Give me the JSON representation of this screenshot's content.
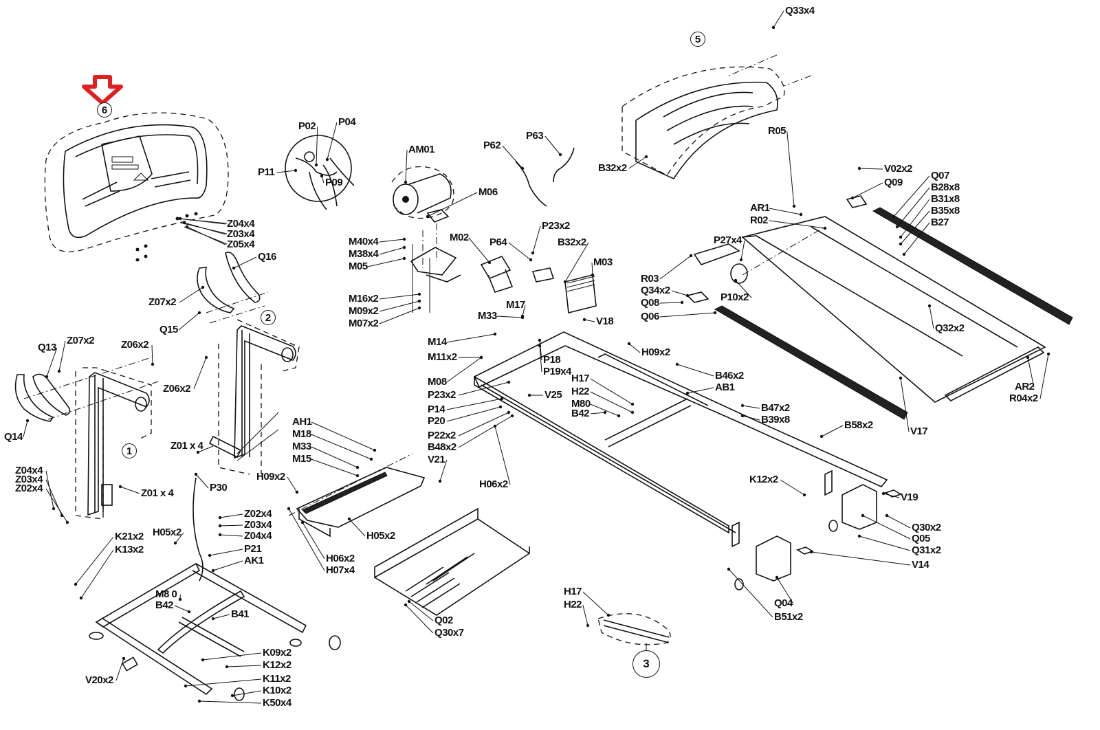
{
  "diagram": {
    "title_indicator": {
      "icon": "red-down-arrow-icon",
      "color": "#e02020",
      "points_to_callout": "6"
    },
    "assembly_callouts": [
      {
        "id": "callout-1",
        "text": "1",
        "assembly": "left-upright"
      },
      {
        "id": "callout-2",
        "text": "2",
        "assembly": "right-upright"
      },
      {
        "id": "callout-3",
        "text": "3",
        "assembly": "incline-link"
      },
      {
        "id": "callout-5",
        "text": "5",
        "assembly": "motor-hood"
      },
      {
        "id": "callout-6",
        "text": "6",
        "assembly": "console"
      }
    ],
    "groups": {
      "console": [
        "Z04x4",
        "Z03x4",
        "Z05x4"
      ],
      "handle_grips": [
        "Q16",
        "Z07x2",
        "Q15",
        "Q13",
        "Z07x2",
        "Z06x2",
        "Q14",
        "Z06x2"
      ],
      "uprights": [
        "Z01 x 4",
        "Z04x4",
        "Z03x4",
        "Z02x4",
        "Z01 x 4",
        "P30"
      ],
      "wiring": [
        "P02",
        "P04",
        "P11",
        "P09",
        "P62",
        "P63"
      ],
      "motor": [
        "AM01",
        "M06",
        "M40x4",
        "M38x4",
        "M05",
        "M16x2",
        "M09x2",
        "M07x2",
        "M02",
        "P64",
        "P23x2",
        "B32x2",
        "M03",
        "M17",
        "M33"
      ],
      "frame_front": [
        "M14",
        "M11x2",
        "M08",
        "P23x2",
        "P14",
        "P20",
        "P22x2",
        "B48x2",
        "V21",
        "P18",
        "P19x4",
        "V25",
        "V18",
        "H06x2",
        "H09x2"
      ],
      "frame_center": [
        "H17",
        "H22",
        "M80",
        "B42",
        "B46x2",
        "AB1",
        "B47x2",
        "B39x8"
      ],
      "incline": [
        "AH1",
        "M18",
        "M33",
        "M15",
        "H09x2",
        "H05x2",
        "H06x2",
        "H07x4"
      ],
      "base": [
        "Z02x4",
        "Z03x4",
        "Z04x4",
        "H05x2",
        "K21x2",
        "K13x2",
        "P21",
        "AK1",
        "M8 0",
        "B42",
        "B41",
        "K09x2",
        "K12x2",
        "K11x2",
        "K10x2",
        "K50x4",
        "V20x2"
      ],
      "bottom_cover": [
        "Q02",
        "Q30x7"
      ],
      "incline_link": [
        "H17",
        "H22"
      ],
      "hood": [
        "Q33x4",
        "B32x2",
        "R05"
      ],
      "deck": [
        "V02x2",
        "Q09",
        "Q07",
        "B28x8",
        "B31x8",
        "B35x8",
        "B27",
        "AR1",
        "R02",
        "P27x4",
        "R03",
        "Q34x2",
        "Q08",
        "P10x2",
        "Q06",
        "Q32x2",
        "AR2",
        "R04x2",
        "V17"
      ],
      "rear": [
        "B58x2",
        "K12x2",
        "V19",
        "Q30x2",
        "Q05",
        "Q31x2",
        "V14",
        "Q04",
        "B51x2"
      ]
    }
  }
}
